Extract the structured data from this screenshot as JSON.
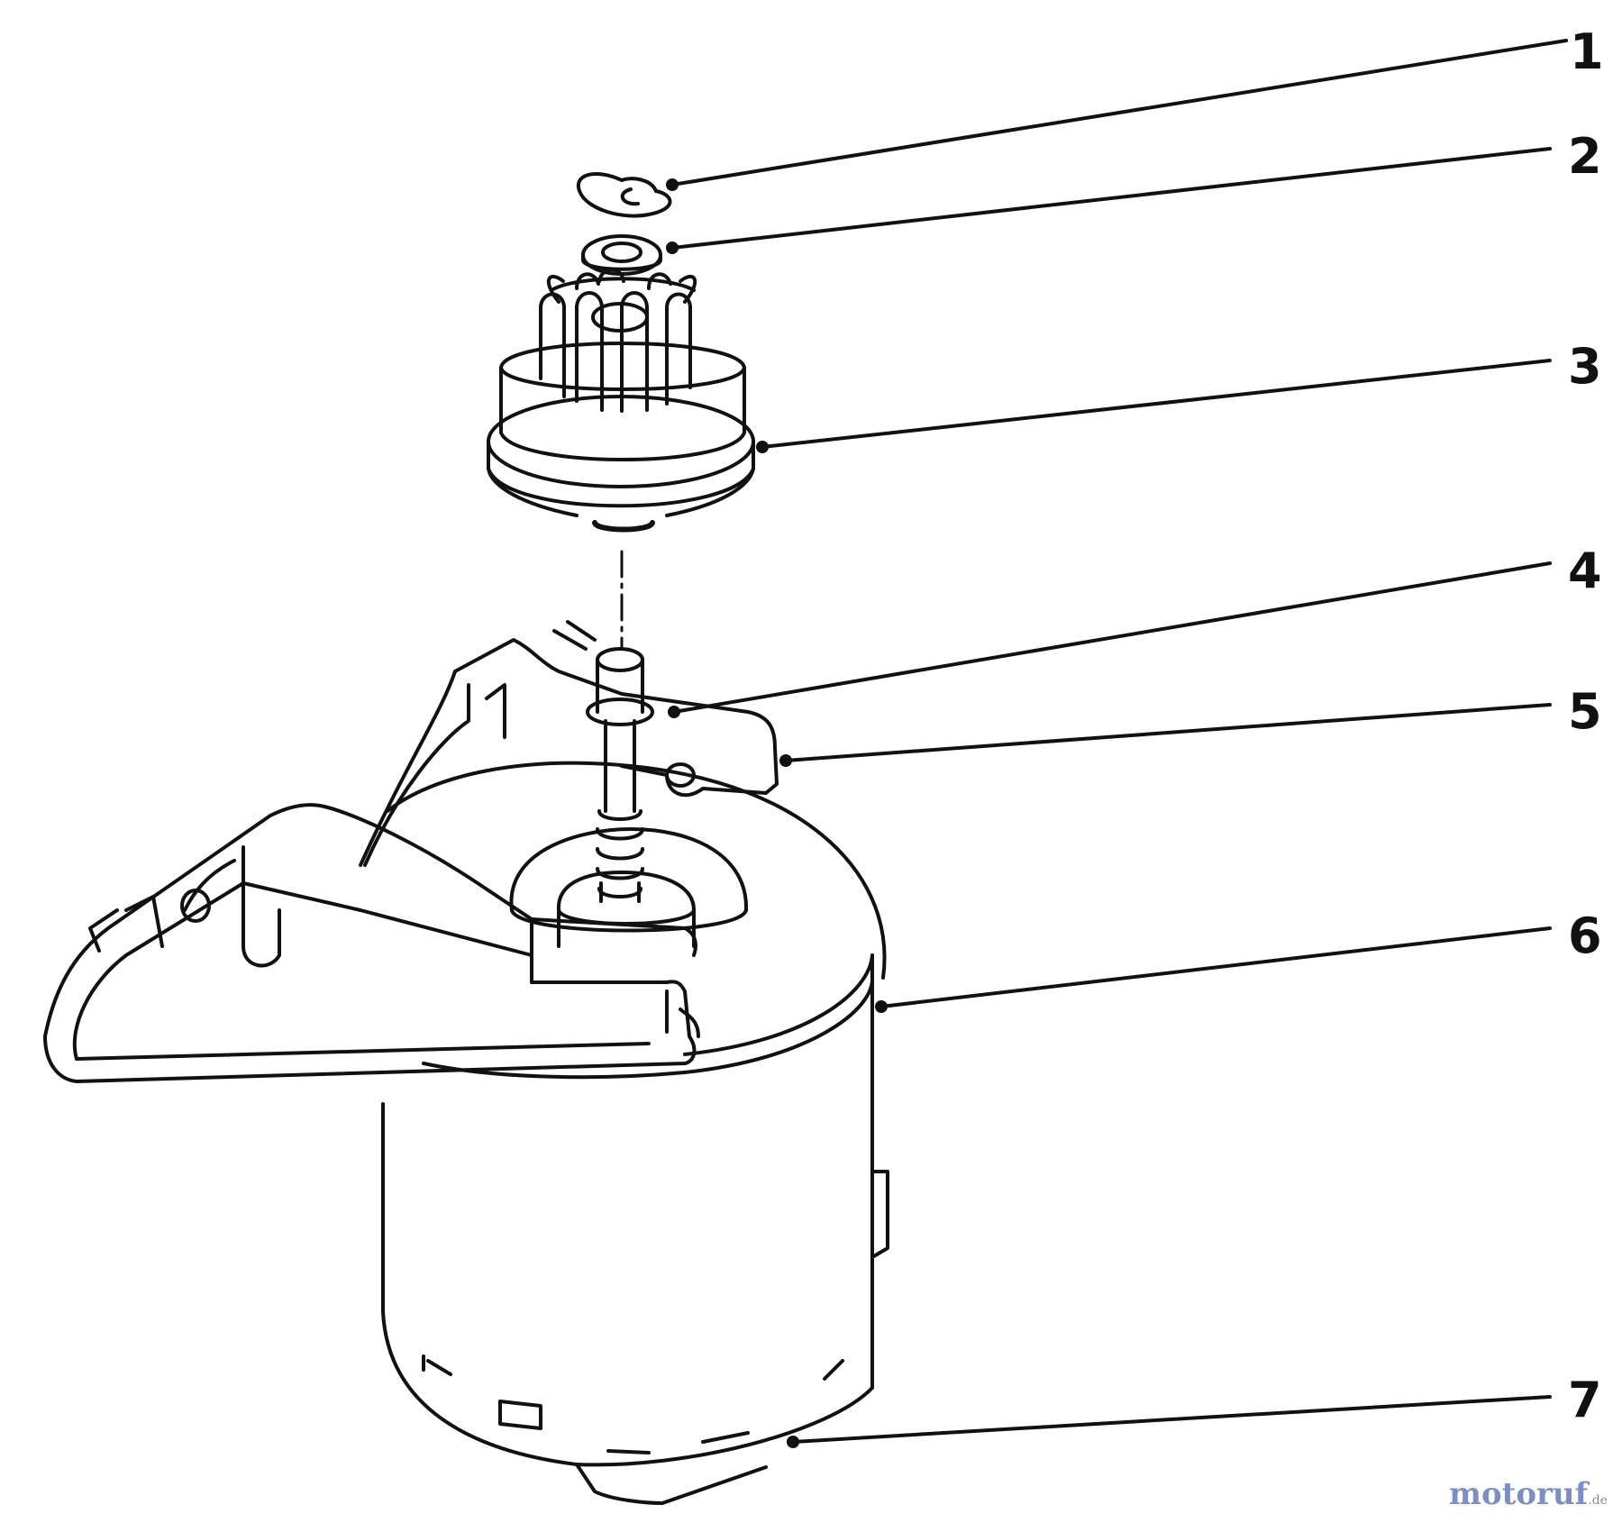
{
  "callouts": [
    {
      "number": "1",
      "part": "retaining-clip"
    },
    {
      "number": "2",
      "part": "washer"
    },
    {
      "number": "3",
      "part": "pinion-gear-drive"
    },
    {
      "number": "4",
      "part": "retaining-ring"
    },
    {
      "number": "5",
      "part": "mounting-bracket"
    },
    {
      "number": "6",
      "part": "starter-motor-housing"
    },
    {
      "number": "7",
      "part": "end-cap"
    }
  ],
  "watermark": {
    "brand": "motoruf",
    "suffix": ".de"
  },
  "colors": {
    "ink": "#111111",
    "paper": "#ffffff",
    "watermark": "#7b8fc6"
  }
}
